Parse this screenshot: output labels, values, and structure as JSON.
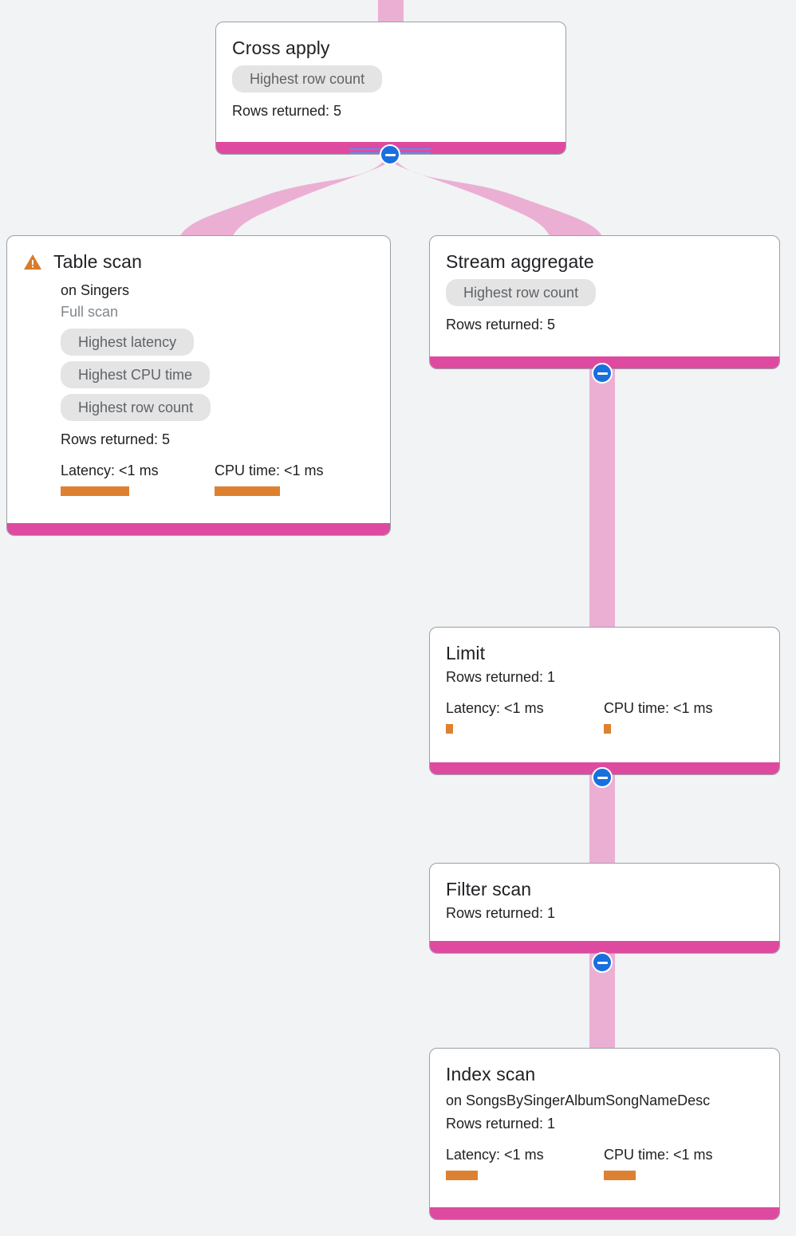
{
  "theme": {
    "background": "#F1F3F4",
    "node_background": "#FFFFFF",
    "node_border": "#9AA0A6",
    "footer_bar": "#DE4AA0",
    "edge": "#EBAFD4",
    "badge_background": "#E4E4E4",
    "badge_text": "#5F6368",
    "metric_bar": "#DD8130",
    "warning_icon": "#D97B2B",
    "toggle": "#1A6FDE"
  },
  "labels": {
    "rows_returned_prefix": "Rows returned:",
    "latency_prefix": "Latency:",
    "cpu_prefix": "CPU time:"
  },
  "nodes": {
    "cross_apply": {
      "title": "Cross apply",
      "badges": [
        "Highest row count"
      ],
      "rows_returned": "Rows returned: 5",
      "toggle_state": "expanded"
    },
    "table_scan": {
      "title": "Table scan",
      "warning": "warning-icon",
      "target": "on Singers",
      "scan_type": "Full scan",
      "badges": [
        "Highest latency",
        "Highest CPU time",
        "Highest row count"
      ],
      "rows_returned": "Rows returned: 5",
      "latency": "Latency: <1 ms",
      "cpu_time": "CPU time: <1 ms",
      "latency_bar_width": 86,
      "cpu_bar_width": 82
    },
    "stream_aggregate": {
      "title": "Stream aggregate",
      "badges": [
        "Highest row count"
      ],
      "rows_returned": "Rows returned: 5",
      "toggle_state": "expanded"
    },
    "limit": {
      "title": "Limit",
      "rows_returned": "Rows returned: 1",
      "latency": "Latency: <1 ms",
      "cpu_time": "CPU time: <1 ms",
      "latency_bar_width": 9,
      "cpu_bar_width": 9,
      "toggle_state": "expanded"
    },
    "filter_scan": {
      "title": "Filter scan",
      "rows_returned": "Rows returned: 1",
      "toggle_state": "expanded"
    },
    "index_scan": {
      "title": "Index scan",
      "target": "on SongsBySingerAlbumSongNameDesc",
      "rows_returned": "Rows returned: 1",
      "latency": "Latency: <1 ms",
      "cpu_time": "CPU time: <1 ms",
      "latency_bar_width": 40,
      "cpu_bar_width": 40
    }
  }
}
